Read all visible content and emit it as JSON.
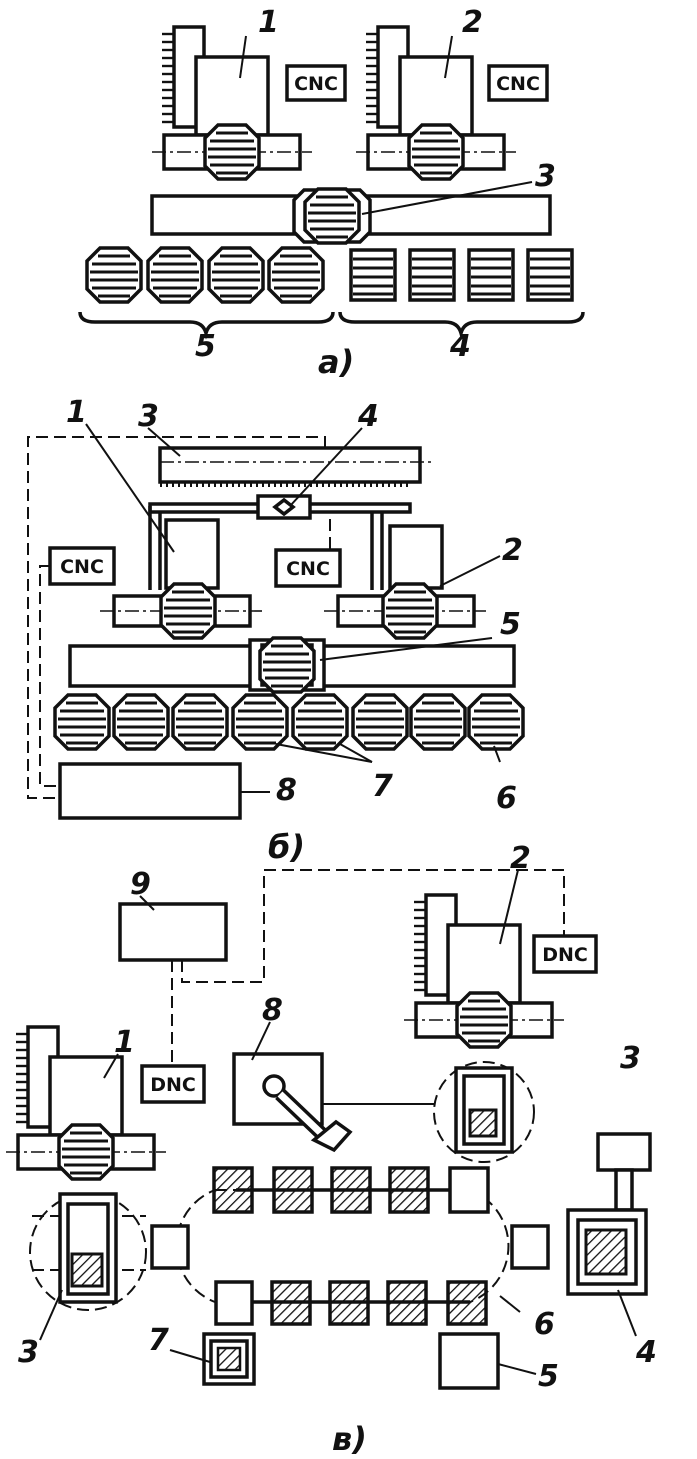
{
  "diagram": {
    "captions": {
      "a": "а)",
      "b": "б)",
      "v": "в)"
    },
    "controllers": {
      "cnc": "CNC",
      "dnc": "DNC"
    },
    "part_a": {
      "labels": [
        "1",
        "2",
        "3",
        "4",
        "5"
      ]
    },
    "part_b": {
      "labels": [
        "1",
        "2",
        "3",
        "4",
        "5",
        "6",
        "7",
        "8"
      ]
    },
    "part_v": {
      "labels": [
        "1",
        "2",
        "3",
        "3",
        "4",
        "5",
        "6",
        "7",
        "8",
        "9"
      ]
    }
  }
}
